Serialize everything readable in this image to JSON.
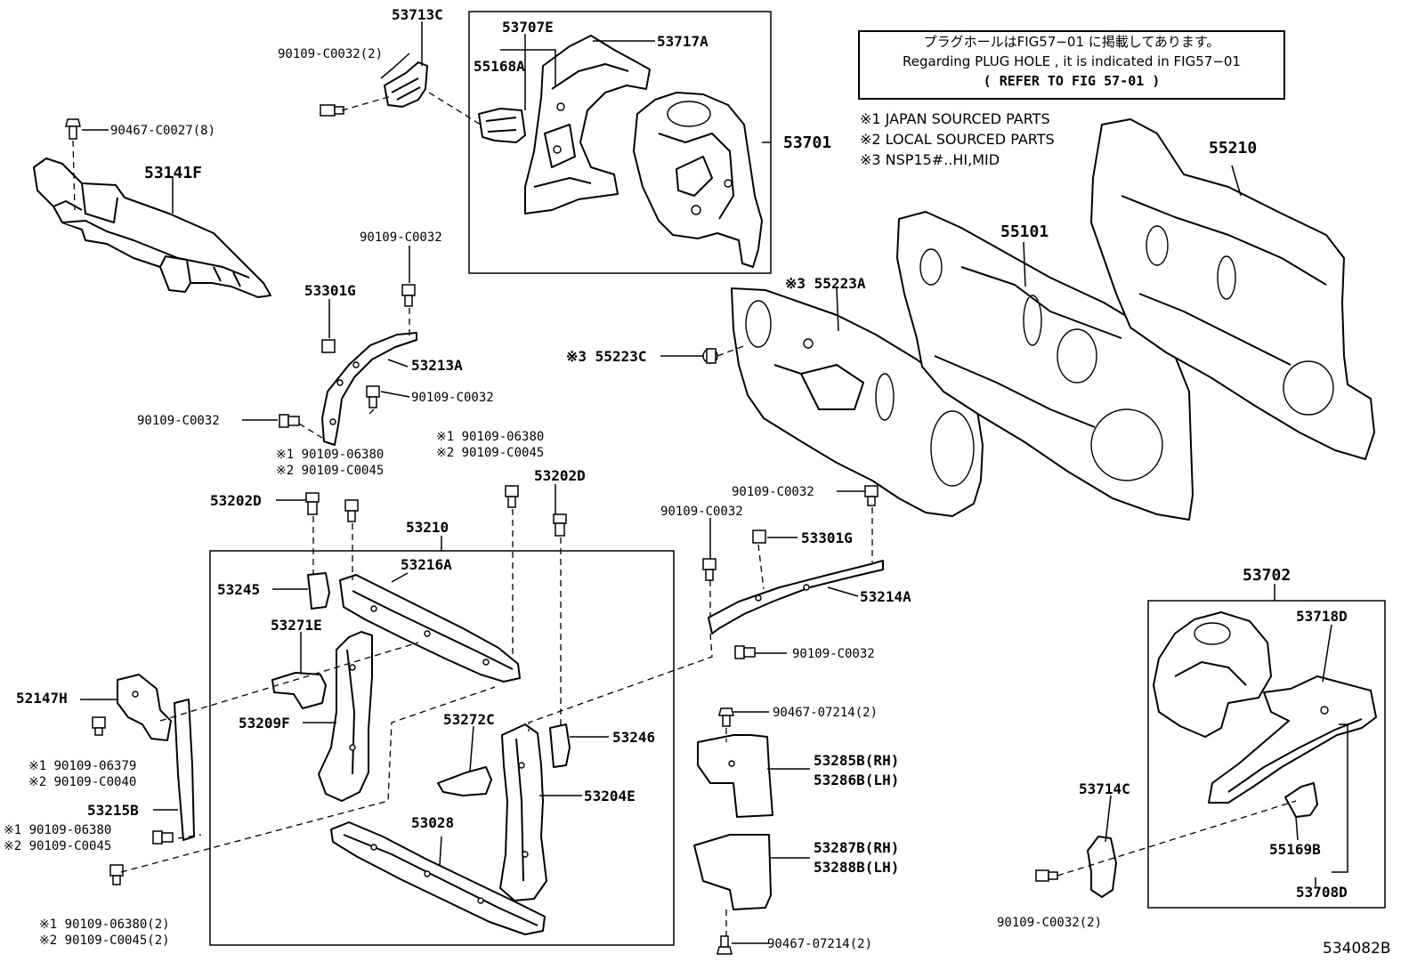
{
  "notice": {
    "line1": "プラグホールはFIG57−01 に掲載してあります。",
    "line2": "Regarding  PLUG HOLE , it is indicated in FIG57−01",
    "line3": "(   REFER TO FIG 57-01 )"
  },
  "legend": [
    "※1 JAPAN SOURCED PARTS",
    "※2 LOCAL SOURCED PARTS",
    "※3 NSP15#..HI,MID"
  ],
  "figure_number": "534082B",
  "labels": {
    "p53713C": "53713C",
    "p90109C0032_2_top": "90109-C0032(2)",
    "p53707E": "53707E",
    "p53717A": "53717A",
    "p55168A": "55168A",
    "p53701": "53701",
    "p90467C0027": "90467-C0027(8)",
    "p53141F": "53141F",
    "p55210": "55210",
    "p55101": "55101",
    "p90109C0032_a": "90109-C0032",
    "p53301G_a": "53301G",
    "p53213A": "53213A",
    "p90109C0032_b": "90109-C0032",
    "p90109C0032_c": "90109-C0032",
    "p55223A": "※3 55223A",
    "p55223C": "※3 55223C",
    "pAlt1a": "※1 90109-06380",
    "pAlt1b": "※2 90109-C0045",
    "pAlt2a": "※1 90109-06380",
    "pAlt2b": "※2 90109-C0045",
    "p53202D_a": "53202D",
    "p53202D_b": "53202D",
    "p53210": "53210",
    "p53216A": "53216A",
    "p53245": "53245",
    "p53271E": "53271E",
    "p52147H": "52147H",
    "p53209F": "53209F",
    "pAlt3a": "※1 90109-06379",
    "pAlt3b": "※2 90109-C0040",
    "p53215B": "53215B",
    "pAlt4a": "※1 90109-06380",
    "pAlt4b": "※2 90109-C0045",
    "pAlt5a": "※1 90109-06380(2)",
    "pAlt5b": "※2 90109-C0045(2)",
    "p53272C": "53272C",
    "p53246": "53246",
    "p53204E": "53204E",
    "p53028": "53028",
    "p90109C0032_d": "90109-C0032",
    "p90109C0032_e": "90109-C0032",
    "p53301G_b": "53301G",
    "p53214A": "53214A",
    "p90109C0032_f": "90109-C0032",
    "p90467_07214_a": "90467-07214(2)",
    "p53285B": "53285B(RH)",
    "p53286B": "53286B(LH)",
    "p53287B": "53287B(RH)",
    "p53288B": "53288B(LH)",
    "p90467_07214_b": "90467-07214(2)",
    "p53702": "53702",
    "p53718D": "53718D",
    "p53714C": "53714C",
    "p55169B": "55169B",
    "p53708D": "53708D",
    "p90109C0032_2_bot": "90109-C0032(2)"
  }
}
